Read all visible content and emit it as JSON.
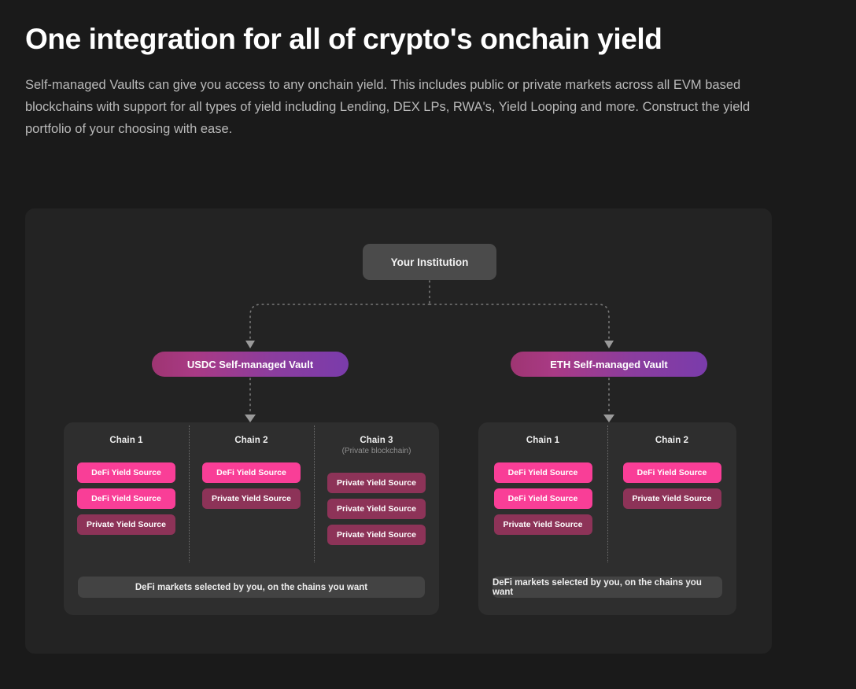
{
  "header": {
    "title": "One integration for all of crypto's onchain yield",
    "subtitle": "Self-managed Vaults can give you access to any onchain yield. This includes public or private markets across all EVM based blockchains with support for all types of yield including Lending, DEX LPs, RWA's, Yield Looping and more. Construct the yield portfolio of your choosing with ease."
  },
  "colors": {
    "page_background": "#1a1a1a",
    "card_background": "#232323",
    "panel_background": "#2e2e2e",
    "institution_node": "#4b4b4b",
    "vault_gradient_start": "#9e3572",
    "vault_gradient_end": "#7a3cab",
    "defi_chip": "#f93e97",
    "private_chip": "#8d3358",
    "footer_bar": "#434343",
    "connector_line": "#7a7a7a"
  },
  "diagram": {
    "institution": {
      "label": "Your Institution"
    },
    "vaults": [
      {
        "id": "usdc",
        "label": "USDC Self-managed Vault"
      },
      {
        "id": "eth",
        "label": "ETH Self-managed Vault"
      }
    ],
    "panels": [
      {
        "id": "usdc-panel",
        "footer": "DeFi markets selected by you, on the chains you want",
        "columns": [
          {
            "title": "Chain 1",
            "subtitle": "",
            "chips": [
              {
                "label": "DeFi Yield Source",
                "kind": "defi"
              },
              {
                "label": "DeFi Yield Source",
                "kind": "defi"
              },
              {
                "label": "Private Yield Source",
                "kind": "private"
              }
            ]
          },
          {
            "title": "Chain 2",
            "subtitle": "",
            "chips": [
              {
                "label": "DeFi Yield Source",
                "kind": "defi"
              },
              {
                "label": "Private Yield Source",
                "kind": "private"
              }
            ]
          },
          {
            "title": "Chain 3",
            "subtitle": "(Private blockchain)",
            "chips": [
              {
                "label": "Private Yield Source",
                "kind": "private"
              },
              {
                "label": "Private Yield Source",
                "kind": "private"
              },
              {
                "label": "Private Yield Source",
                "kind": "private"
              }
            ]
          }
        ]
      },
      {
        "id": "eth-panel",
        "footer": "DeFi markets selected by you, on the chains you want",
        "columns": [
          {
            "title": "Chain 1",
            "subtitle": "",
            "chips": [
              {
                "label": "DeFi Yield Source",
                "kind": "defi"
              },
              {
                "label": "DeFi Yield Source",
                "kind": "defi"
              },
              {
                "label": "Private Yield Source",
                "kind": "private"
              }
            ]
          },
          {
            "title": "Chain 2",
            "subtitle": "",
            "chips": [
              {
                "label": "DeFi Yield Source",
                "kind": "defi"
              },
              {
                "label": "Private Yield Source",
                "kind": "private"
              }
            ]
          }
        ]
      }
    ]
  }
}
